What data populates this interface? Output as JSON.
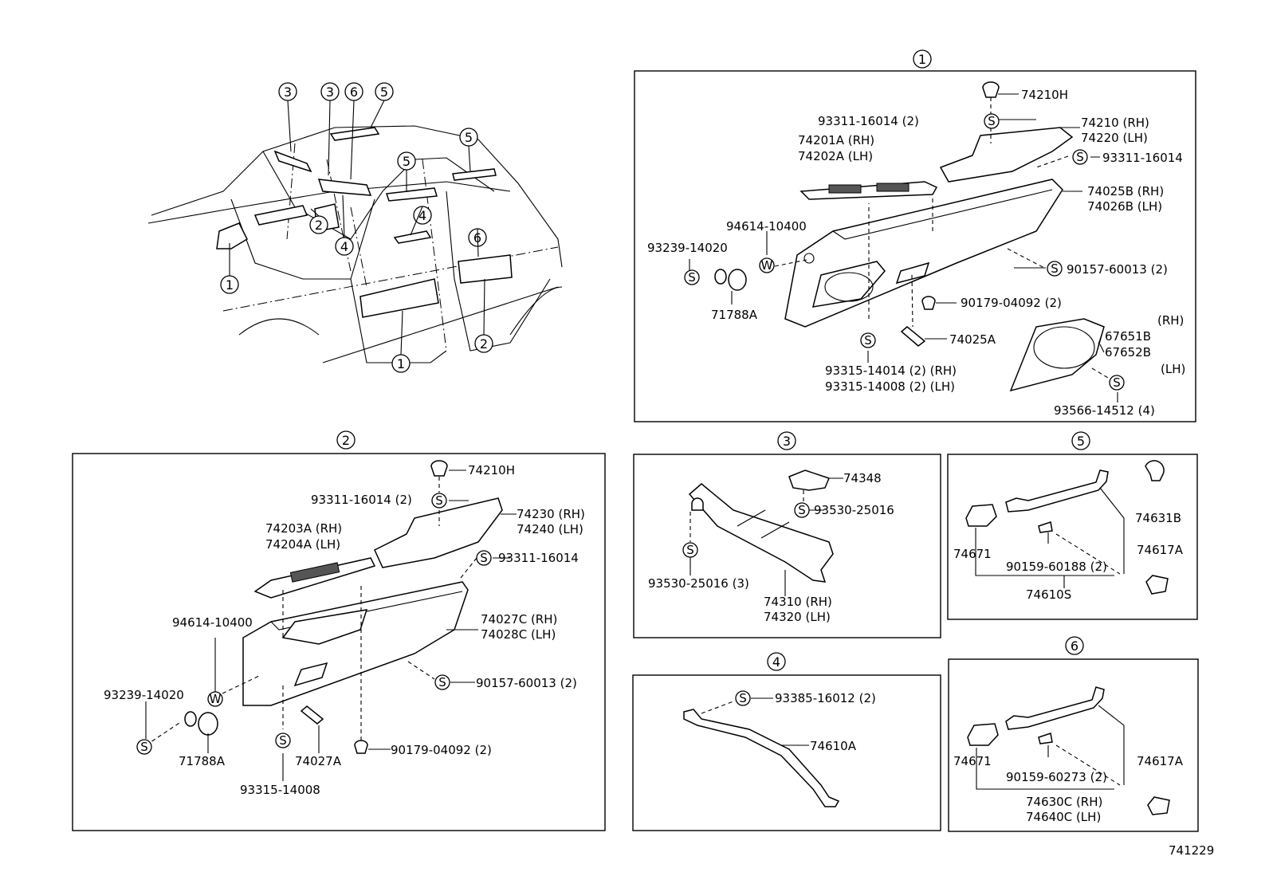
{
  "diagram_number": "741229",
  "markers": [
    "1",
    "2",
    "3",
    "4",
    "5",
    "6"
  ],
  "panel1": {
    "l_74210H": "74210H",
    "l_93311_16014_2": "93311-16014 (2)",
    "l_74210_RH": "74210 (RH)",
    "l_74220_LH": "74220 (LH)",
    "l_74201A_RH": "74201A (RH)",
    "l_74202A_LH": "74202A (LH)",
    "l_93311_16014": "93311-16014",
    "l_74025B_RH": "74025B (RH)",
    "l_74026B_LH": "74026B (LH)",
    "l_94614_10400": "94614-10400",
    "l_93239_14020": "93239-14020",
    "l_90157_60013_2": "90157-60013 (2)",
    "l_71788A": "71788A",
    "l_90179_04092_2": "90179-04092 (2)",
    "l_RH": "(RH)",
    "l_67651B": "67651B",
    "l_67652B": "67652B",
    "l_LH": "(LH)",
    "l_74025A": "74025A",
    "l_93315_14014": "93315-14014 (2) (RH)",
    "l_93315_14008_2": "93315-14008 (2) (LH)",
    "l_93566_14512": "93566-14512 (4)"
  },
  "panel2": {
    "l_74210H": "74210H",
    "l_93311_16014_2": "93311-16014 (2)",
    "l_74230_RH": "74230 (RH)",
    "l_74240_LH": "74240 (LH)",
    "l_74203A_RH": "74203A (RH)",
    "l_74204A_LH": "74204A (LH)",
    "l_93311_16014": "93311-16014",
    "l_94614_10400": "94614-10400",
    "l_74027C_RH": "74027C (RH)",
    "l_74028C_LH": "74028C (LH)",
    "l_93239_14020": "93239-14020",
    "l_90157_60013_2": "90157-60013 (2)",
    "l_71788A": "71788A",
    "l_74027A": "74027A",
    "l_90179_04092_2": "90179-04092 (2)",
    "l_93315_14008": "93315-14008"
  },
  "panel3": {
    "l_74348": "74348",
    "l_93530_25016": "93530-25016",
    "l_93530_25016_3": "93530-25016 (3)",
    "l_74310_RH": "74310 (RH)",
    "l_74320_LH": "74320 (LH)"
  },
  "panel4": {
    "l_93385_16012_2": "93385-16012 (2)",
    "l_74610A": "74610A"
  },
  "panel5": {
    "l_74631B": "74631B",
    "l_74617A": "74617A",
    "l_74671": "74671",
    "l_90159_60188_2": "90159-60188 (2)",
    "l_74610S": "74610S"
  },
  "panel6": {
    "l_74671": "74671",
    "l_74617A": "74617A",
    "l_90159_60273_2": "90159-60273 (2)",
    "l_74630C_RH": "74630C (RH)",
    "l_74640C_LH": "74640C (LH)"
  },
  "symbols": {
    "screw": "S",
    "washer": "W"
  }
}
